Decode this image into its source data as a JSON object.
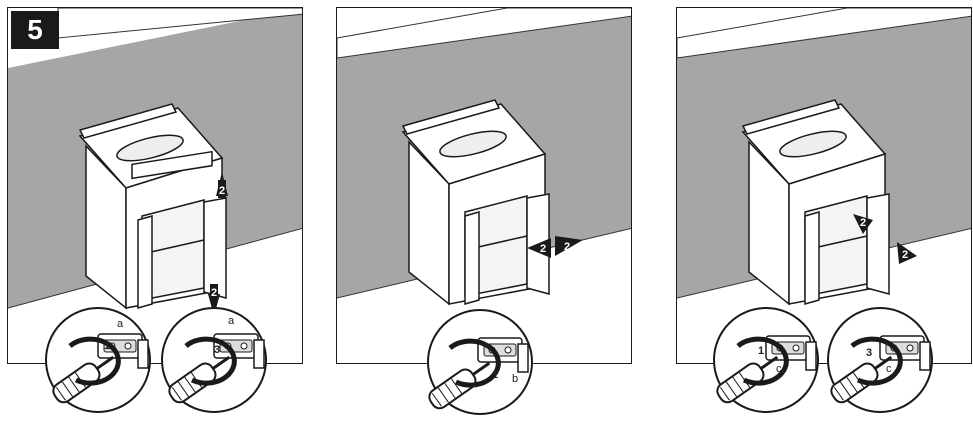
{
  "step_number": "5",
  "panels": [
    {
      "arrow_numbers": [
        "2",
        "2"
      ],
      "detail_labels": [
        "a",
        "a"
      ],
      "detail_arrow_numbers": [
        "1",
        "3"
      ]
    },
    {
      "arrow_numbers": [
        "2",
        "2"
      ],
      "detail_labels": [
        "b"
      ],
      "detail_arrow_numbers": [
        "1"
      ]
    },
    {
      "arrow_numbers": [
        "2",
        "2"
      ],
      "detail_labels": [
        "c",
        "c"
      ],
      "detail_arrow_numbers": [
        "1",
        "3"
      ]
    }
  ]
}
